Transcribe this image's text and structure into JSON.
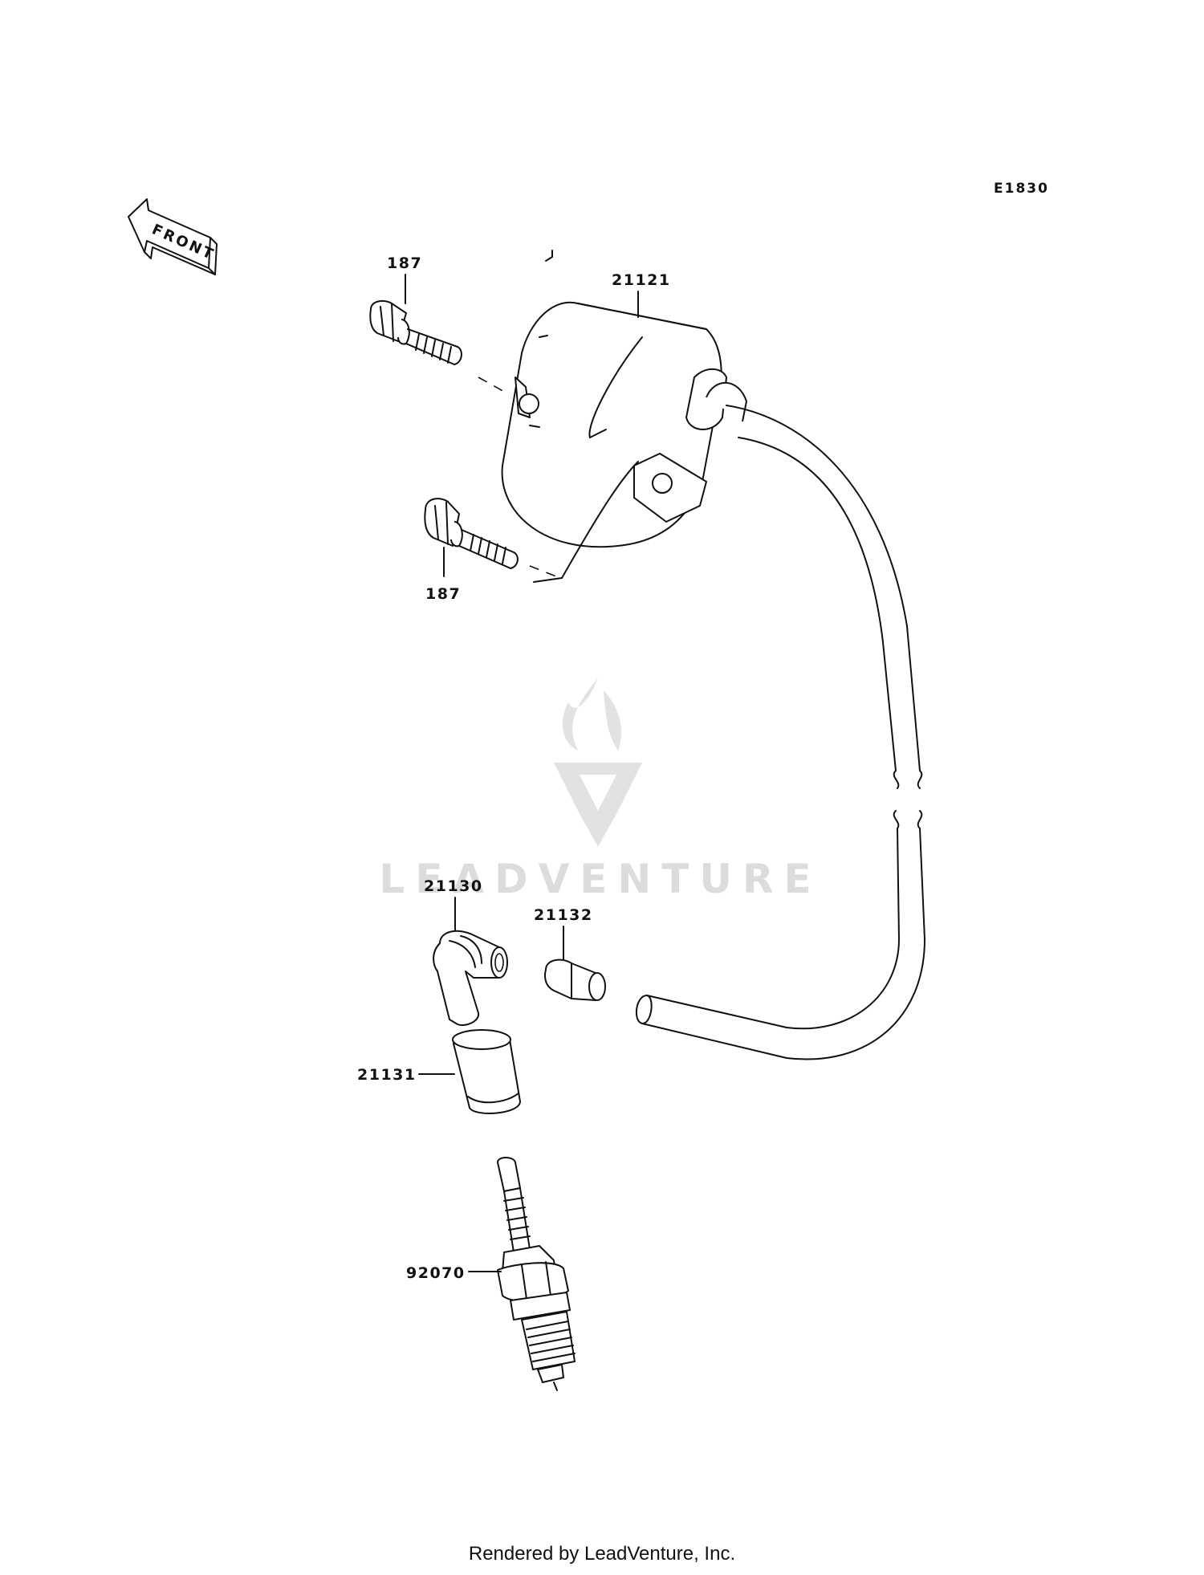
{
  "diagram_code": "E1830",
  "front_label": "FRONT",
  "watermark": "LEADVENTURE",
  "footer": "Rendered by LeadVenture, Inc.",
  "callouts": {
    "bolt_upper": "187",
    "bolt_lower": "187",
    "ignition_coil": "21121",
    "plug_cap": "21130",
    "cap_part": "21132",
    "cap_cover": "21131",
    "spark_plug": "92070"
  }
}
